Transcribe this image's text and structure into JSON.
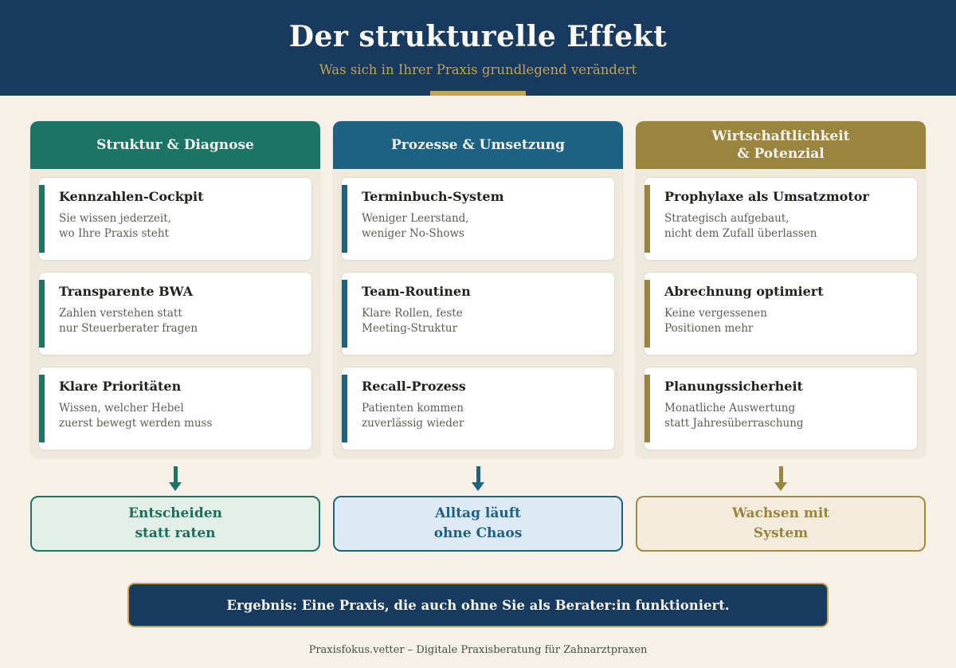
{
  "header": {
    "title": "Der strukturelle Effekt",
    "subtitle": "Was sich in Ihrer Praxis grundlegend verändert"
  },
  "columns": [
    {
      "title": "Struktur & Diagnose",
      "accent_color": "#1b7464",
      "cards": [
        {
          "title": "Kennzahlen-Cockpit",
          "description": "Sie wissen jederzeit,\nwo Ihre Praxis steht"
        },
        {
          "title": "Transparente BWA",
          "description": "Zahlen verstehen statt\nnur Steuerberater fragen"
        },
        {
          "title": "Klare Prioritäten",
          "description": "Wissen, welcher Hebel\nzuerst bewegt werden muss"
        }
      ],
      "result": "Entscheiden\nstatt raten"
    },
    {
      "title": "Prozesse & Umsetzung",
      "accent_color": "#1d6283",
      "cards": [
        {
          "title": "Terminbuch-System",
          "description": "Weniger Leerstand,\nweniger No-Shows"
        },
        {
          "title": "Team-Routinen",
          "description": "Klare Rollen, feste\nMeeting-Struktur"
        },
        {
          "title": "Recall-Prozess",
          "description": "Patienten kommen\nzuverlässig wieder"
        }
      ],
      "result": "Alltag läuft\nohne Chaos"
    },
    {
      "title": "Wirtschaftlichkeit\n& Potenzial",
      "accent_color": "#9a853f",
      "cards": [
        {
          "title": "Prophylaxe als Umsatzmotor",
          "description": "Strategisch aufgebaut,\nnicht dem Zufall überlassen"
        },
        {
          "title": "Abrechnung optimiert",
          "description": "Keine vergessenen\nPositionen mehr"
        },
        {
          "title": "Planungssicherheit",
          "description": "Monatliche Auswertung\nstatt Jahresüberraschung"
        }
      ],
      "result": "Wachsen mit\nSystem"
    }
  ],
  "banner": {
    "text": "Ergebnis: Eine Praxis, die auch ohne Sie als Berater:in funktioniert."
  },
  "footer": {
    "text": "Praxisfokus.vetter – Digitale Praxisberatung für Zahnarztpraxen"
  },
  "colors": {
    "header_background": "#173a5e",
    "page_background": "#f5f1e8",
    "gold_accent": "#c9a24b",
    "subtitle_gold": "#c2a156",
    "green": "#1b7464",
    "blue": "#1d6283",
    "gold": "#9a853f"
  }
}
